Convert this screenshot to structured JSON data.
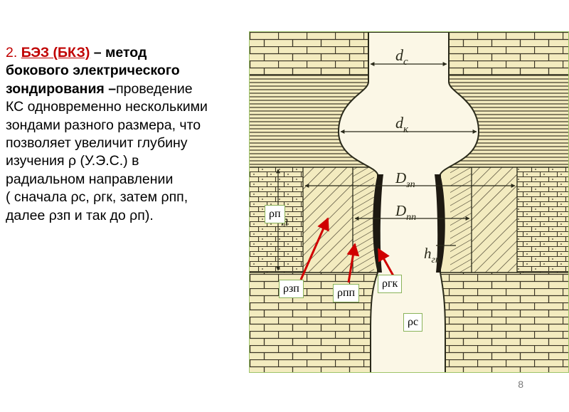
{
  "text": {
    "title_num": "2. ",
    "title_abbr": "БЭЗ (БКЗ)",
    "title_rest": " – метод",
    "line2": "бокового электрического",
    "line3_bold": "зондирования –",
    "line3_rest": "проведение",
    "line4": "КС одновременно несколькими",
    "line5": "зондами разного размера, что",
    "line6": "позволяет увеличит глубину",
    "line7": "изучения  ρ (У.Э.С.) в",
    "line8": "радиальном направлении",
    "line9": "( сначала ρс, ρгк, затем ρпп,",
    "line10": "далее ρзп и так до ρп)."
  },
  "diagram": {
    "labels": {
      "dc": "d",
      "dc_sub": "с",
      "dk": "d",
      "dk_sub": "к",
      "dzp": "D",
      "dzp_sub": "зп",
      "dpp": "D",
      "dpp_sub": "пп",
      "hgk": "h",
      "hgk_sub": "гк",
      "h": "h"
    },
    "boxes": {
      "rho_p": "ρп",
      "rho_zp": "ρзп",
      "rho_pp": "ρпп",
      "rho_gk": "ρгк",
      "rho_c": "ρс"
    },
    "colors": {
      "arrow": "#d00000",
      "box_border": "#8ab35a",
      "rock_bg": "#f3ebbf",
      "line": "#2a2a1a"
    }
  },
  "page_number": "8"
}
